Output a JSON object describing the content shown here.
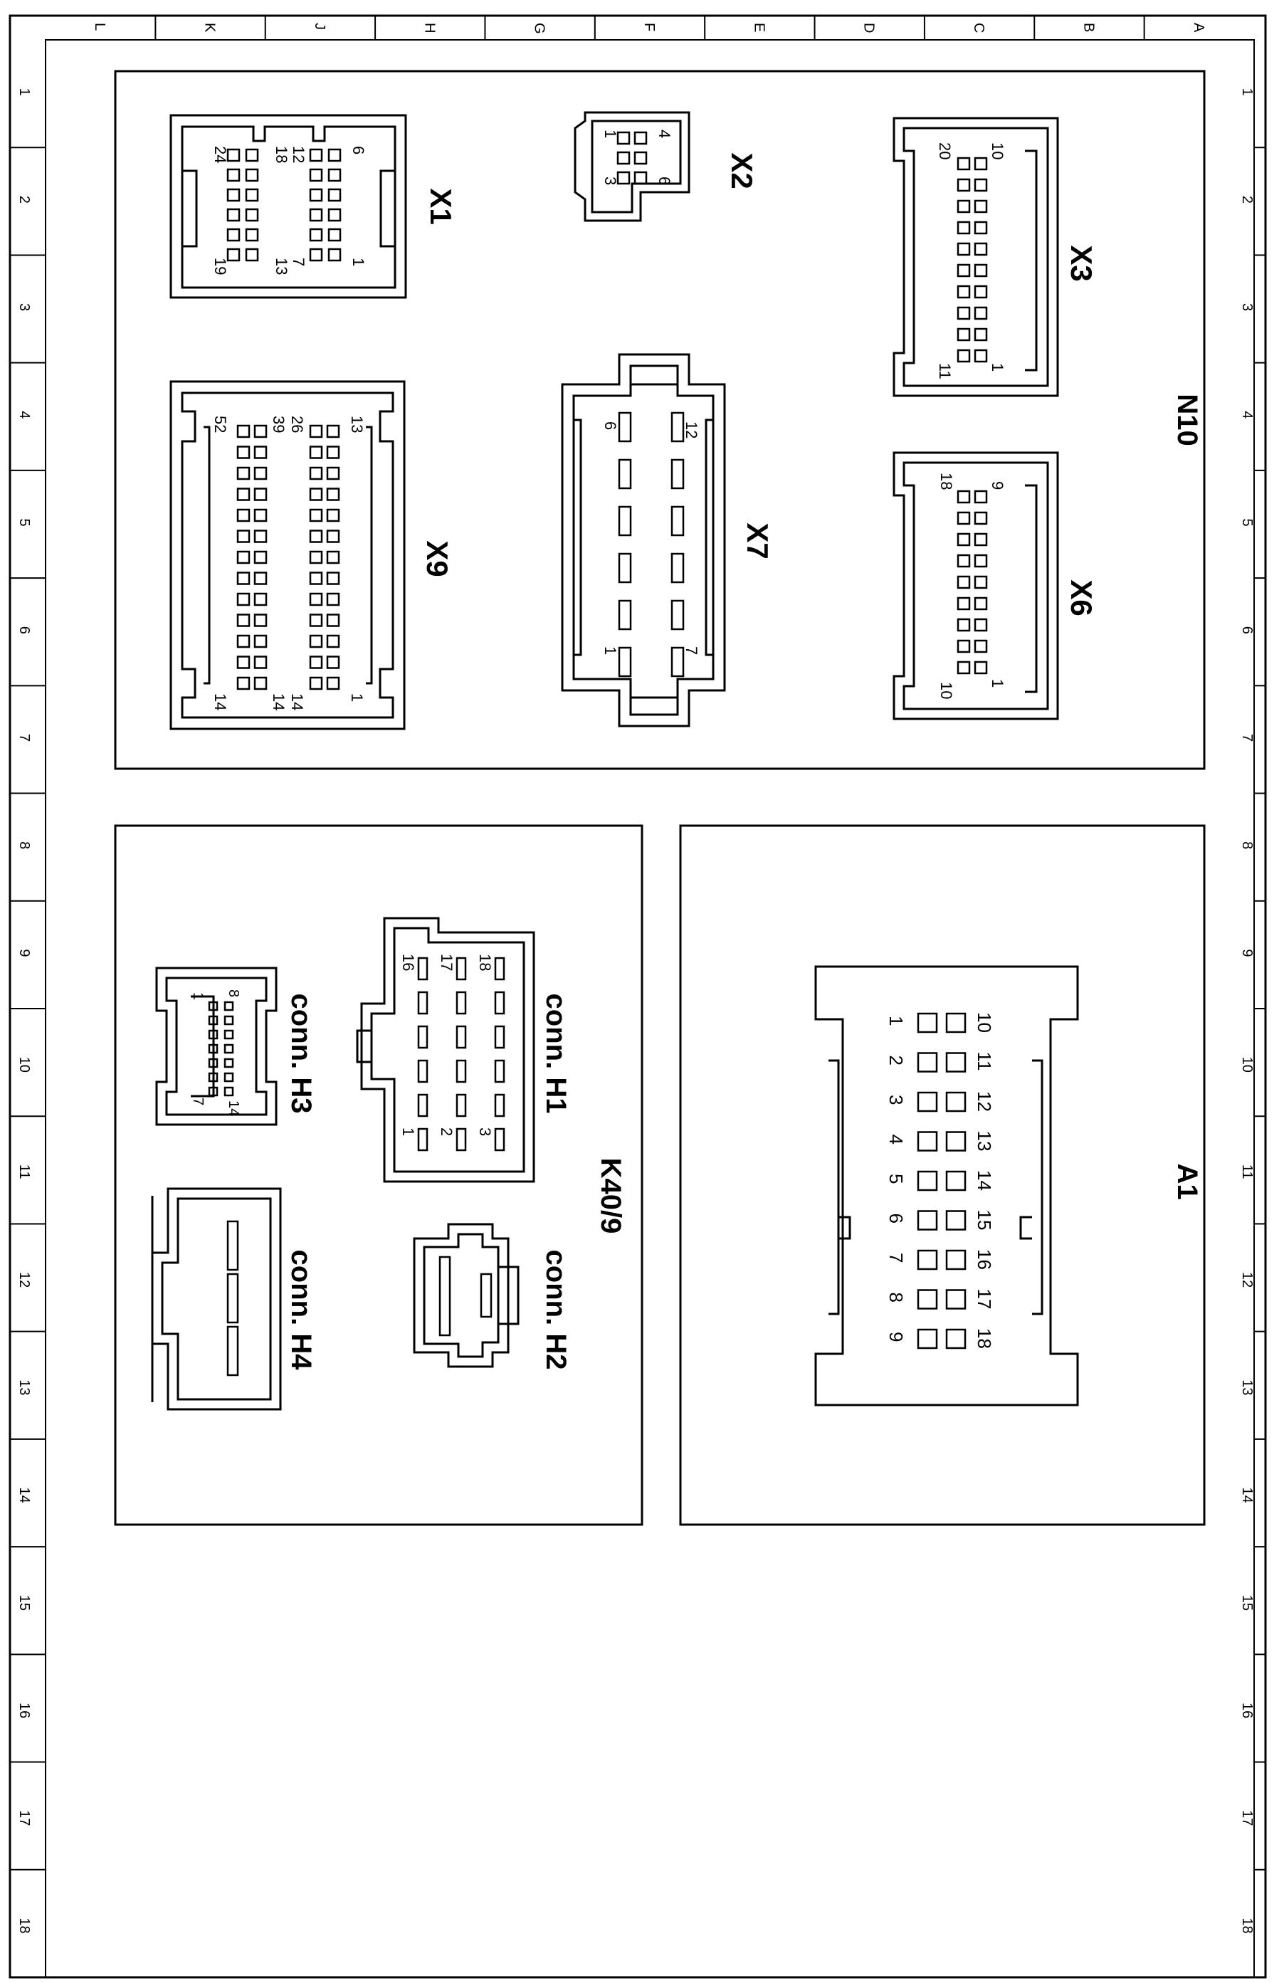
{
  "grid": {
    "columns": [
      "L",
      "K",
      "J",
      "H",
      "G",
      "F",
      "E",
      "D",
      "C",
      "B",
      "A"
    ],
    "rows": [
      "1",
      "2",
      "3",
      "4",
      "5",
      "6",
      "7",
      "8",
      "9",
      "10",
      "11",
      "12",
      "13",
      "14",
      "15",
      "16",
      "17",
      "18"
    ]
  },
  "panels": {
    "n10": {
      "label": "N10"
    },
    "k40_9": {
      "label": "K40/9"
    },
    "a1_panel": {
      "label": "A1"
    }
  },
  "connectors": {
    "x1": {
      "label": "X1",
      "pins": [
        "6",
        "12",
        "18",
        "24",
        "1",
        "7",
        "13",
        "19"
      ]
    },
    "x2": {
      "label": "X2",
      "pins": [
        "4",
        "1",
        "6",
        "3"
      ]
    },
    "x3": {
      "label": "X3",
      "pins": [
        "20",
        "10",
        "1",
        "11"
      ]
    },
    "x9": {
      "label": "X9",
      "pins": [
        "52",
        "39",
        "26",
        "13",
        "14",
        "14",
        "14",
        "1"
      ]
    },
    "x7": {
      "label": "X7",
      "pins": [
        "6",
        "12",
        "1",
        "7"
      ]
    },
    "x6": {
      "label": "X6",
      "pins": [
        "18",
        "9",
        "1",
        "10"
      ]
    },
    "h1": {
      "label": "conn. H1",
      "pins": [
        "16",
        "17",
        "18",
        "1",
        "2",
        "3"
      ]
    },
    "h2": {
      "label": "conn. H2"
    },
    "h3": {
      "label": "conn. H3",
      "pins": [
        "1",
        "8",
        "7",
        "14"
      ]
    },
    "h4": {
      "label": "conn. H4"
    },
    "a1": {
      "pins_row1": [
        "1",
        "2",
        "3",
        "4",
        "5",
        "6",
        "7",
        "8",
        "9"
      ],
      "pins_row2": [
        "10",
        "11",
        "12",
        "13",
        "14",
        "15",
        "16",
        "17",
        "18"
      ]
    }
  }
}
